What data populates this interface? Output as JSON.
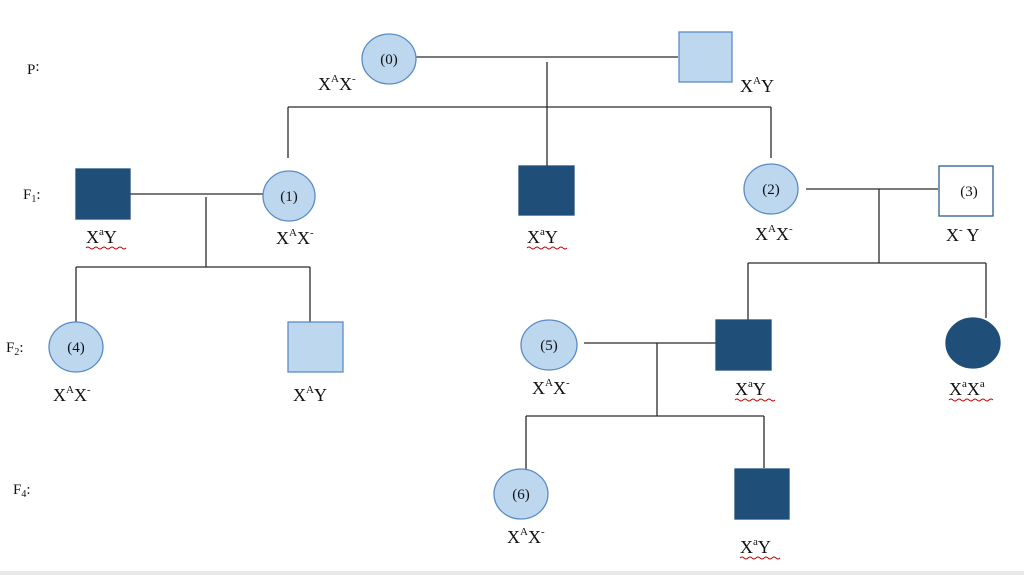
{
  "generations": [
    {
      "id": "P",
      "main": "P",
      "sub": "",
      "suffix": ":"
    },
    {
      "id": "F1",
      "main": "F",
      "sub": "1",
      "suffix": ":"
    },
    {
      "id": "F2",
      "main": "F",
      "sub": "2",
      "suffix": ":"
    },
    {
      "id": "F4",
      "main": "F",
      "sub": "4",
      "suffix": ":"
    }
  ],
  "individuals": [
    {
      "id": "p-mother",
      "sex": "female",
      "status": "unaffected",
      "number": "(0)",
      "genotype": [
        "X",
        "A",
        "X",
        "-",
        "",
        ""
      ],
      "squiggle": false
    },
    {
      "id": "p-father",
      "sex": "male",
      "status": "unaffected",
      "number": "",
      "genotype": [
        "X",
        "A",
        "Y",
        "",
        "",
        ""
      ],
      "squiggle": false
    },
    {
      "id": "f1-husband",
      "sex": "male",
      "status": "affected",
      "number": "",
      "genotype": [
        "X",
        "a",
        "Y",
        "",
        "",
        ""
      ],
      "squiggle": true
    },
    {
      "id": "f1-daughter-1",
      "sex": "female",
      "status": "unaffected",
      "number": "(1)",
      "genotype": [
        "X",
        "A",
        "X",
        "-",
        "",
        ""
      ],
      "squiggle": false
    },
    {
      "id": "f1-son",
      "sex": "male",
      "status": "affected",
      "number": "",
      "genotype": [
        "X",
        "a",
        "Y",
        "",
        "",
        ""
      ],
      "squiggle": true
    },
    {
      "id": "f1-daughter-2",
      "sex": "female",
      "status": "unaffected",
      "number": "(2)",
      "genotype": [
        "X",
        "A",
        "X",
        "-",
        "",
        ""
      ],
      "squiggle": false
    },
    {
      "id": "f1-husband-3",
      "sex": "male",
      "status": "unknown",
      "number": "(3)",
      "genotype": [
        "X",
        "-",
        " Y",
        "",
        "",
        ""
      ],
      "squiggle": false
    },
    {
      "id": "f2-daughter-4",
      "sex": "female",
      "status": "unaffected",
      "number": "(4)",
      "genotype": [
        "X",
        "A",
        "X",
        "-",
        "",
        ""
      ],
      "squiggle": false
    },
    {
      "id": "f2-son-a",
      "sex": "male",
      "status": "unaffected",
      "number": "",
      "genotype": [
        "X",
        "A",
        "Y",
        "",
        "",
        ""
      ],
      "squiggle": false
    },
    {
      "id": "f2-wife-5",
      "sex": "female",
      "status": "unaffected",
      "number": "(5)",
      "genotype": [
        "X",
        "A",
        "X",
        "-",
        "",
        ""
      ],
      "squiggle": false
    },
    {
      "id": "f2-son-b",
      "sex": "male",
      "status": "affected",
      "number": "",
      "genotype": [
        "X",
        "a",
        "Y",
        "",
        "",
        ""
      ],
      "squiggle": true
    },
    {
      "id": "f2-daughter-c",
      "sex": "female",
      "status": "affected",
      "number": "",
      "genotype": [
        "X",
        "a",
        "X",
        "a",
        "",
        ""
      ],
      "squiggle": true
    },
    {
      "id": "f4-daughter-6",
      "sex": "female",
      "status": "unaffected",
      "number": "(6)",
      "genotype": [
        "X",
        "A",
        "X",
        "-",
        "",
        ""
      ],
      "squiggle": false
    },
    {
      "id": "f4-son",
      "sex": "male",
      "status": "affected",
      "number": "",
      "genotype": [
        "X",
        "a",
        "Y",
        "",
        "",
        ""
      ],
      "squiggle": true
    }
  ],
  "colors": {
    "affected": "#1f4e79",
    "unaffected": "#bdd7ee",
    "unaffected_stroke": "#5b8bc5",
    "unknown": "#ffffff",
    "line": "#2b2b2b"
  }
}
